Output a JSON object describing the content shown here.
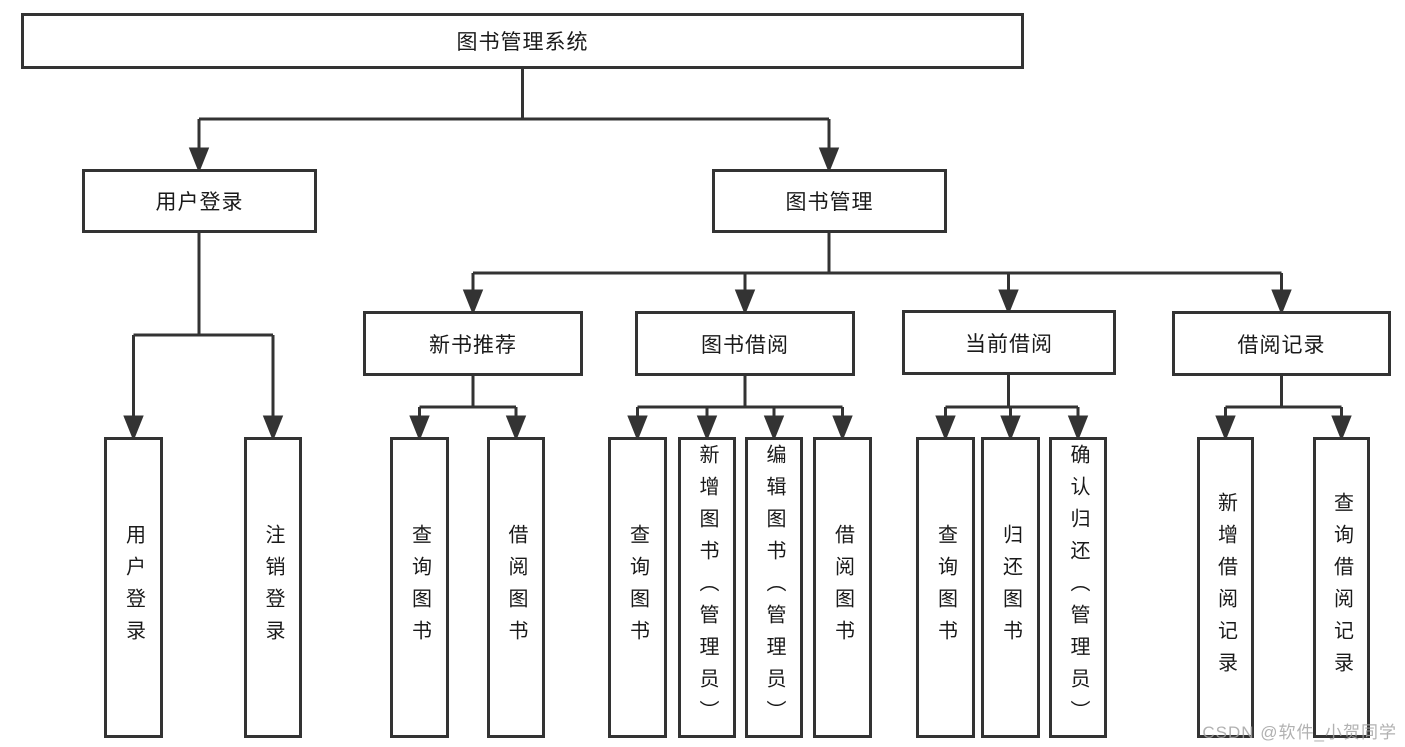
{
  "diagram": {
    "type": "tree",
    "title": "图书管理系统",
    "colors": {
      "line": "#333333",
      "box_border": "#333333",
      "box_fill": "#ffffff",
      "text": "#1a1a1a",
      "watermark": "#a3a3a3"
    }
  },
  "hierarchy": {
    "label": "图书管理系统",
    "children": [
      {
        "label": "用户登录",
        "children": [
          {
            "label": "用户登录"
          },
          {
            "label": "注销登录"
          }
        ]
      },
      {
        "label": "图书管理",
        "children": [
          {
            "label": "新书推荐",
            "children": [
              {
                "label": "查询图书"
              },
              {
                "label": "借阅图书"
              }
            ]
          },
          {
            "label": "图书借阅",
            "children": [
              {
                "label": "查询图书"
              },
              {
                "label": "新增图书（管理员）"
              },
              {
                "label": "编辑图书（管理员）"
              },
              {
                "label": "借阅图书"
              }
            ]
          },
          {
            "label": "当前借阅",
            "children": [
              {
                "label": "查询图书"
              },
              {
                "label": "归还图书"
              },
              {
                "label": "确认归还（管理员）"
              }
            ]
          },
          {
            "label": "借阅记录",
            "children": [
              {
                "label": "新增借阅记录"
              },
              {
                "label": "查询借阅记录"
              }
            ]
          }
        ]
      }
    ]
  },
  "watermark": {
    "text": "CSDN @软件_小贺同学"
  }
}
